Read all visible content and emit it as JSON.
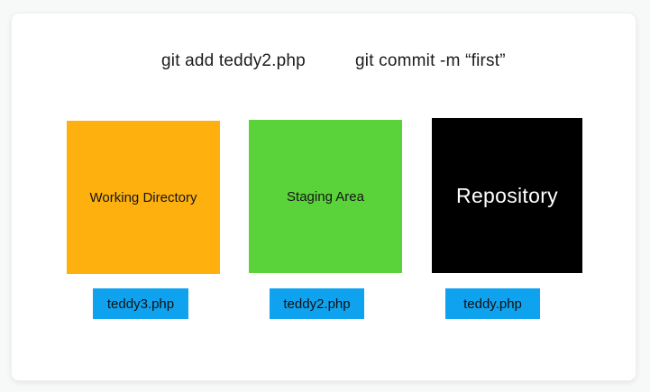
{
  "page": {
    "background_color": "#f7f8f8",
    "card_color": "#ffffff"
  },
  "commands": [
    {
      "text": "git add teddy2.php"
    },
    {
      "text": "git commit -m “first”"
    }
  ],
  "stages": [
    {
      "label": "Working Directory",
      "box_color": "#fdb00e",
      "label_color": "#161616",
      "file": "teddy3.php"
    },
    {
      "label": "Staging Area",
      "box_color": "#5ad33b",
      "label_color": "#161616",
      "file": "teddy2.php"
    },
    {
      "label": "Repository",
      "box_color": "#000000",
      "label_color": "#ffffff",
      "file": "teddy.php"
    }
  ],
  "file_badge": {
    "bg_color": "#0fa3ef",
    "text_color": "#111111"
  }
}
